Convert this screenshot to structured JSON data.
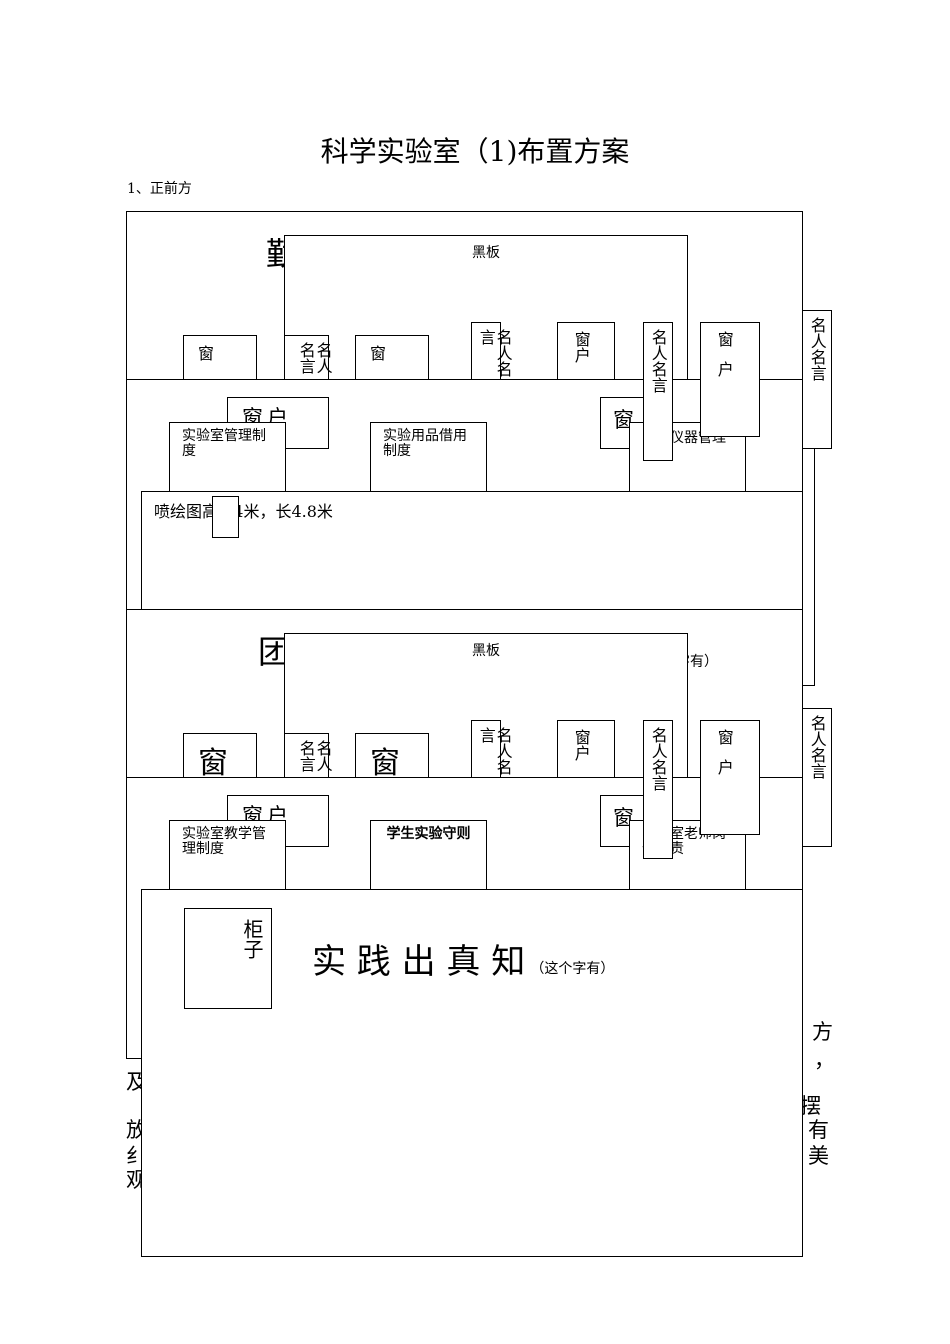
{
  "title": "科学实验室（1)布置方案",
  "section1": "1、正前方",
  "panel1": {
    "banner_char": "勤",
    "blackboard": "黑板",
    "win_a": "窗",
    "mingren_a": "名人名言",
    "win_b": "窗",
    "mingren_b": "名人名言",
    "win_c": "窗户",
    "mingren_c": "名人名言",
    "win_d": "窗户",
    "mingren_side": "名人名言"
  },
  "panel2": {
    "win_left": "窗户",
    "rule1": "实验室管理制度",
    "rule2": "实验用品借用制度",
    "win_right": "窗",
    "rule3": "仪器管理",
    "mural": "喷绘图高2.4米，长4.8米"
  },
  "panel3": {
    "banner_char": "团",
    "note": "（这个字有）",
    "blackboard": "黑板",
    "win_a": "窗",
    "mingren_a": "名人名言",
    "win_b": "窗",
    "mingren_b": "名人名言",
    "win_c": "窗户",
    "mingren_c": "名人名言",
    "win_d": "窗户",
    "mingren_side": "名人名言"
  },
  "panel4": {
    "win_left": "窗户",
    "rule1": "实验室教学管理制度",
    "rule2": "学生实验守则",
    "win_right": "窗",
    "rule3": "实验室老师岗位职责",
    "cabinet": "柜子",
    "slogan": "实 践 出 真 知",
    "slogan_note": "（这个字有）"
  },
  "body_fragments": {
    "r1": "方",
    "r2": "，",
    "l1": "及",
    "r3": "摆",
    "l2": "放",
    "r4": "有",
    "l3": "纟",
    "r5": "美",
    "l4": "观"
  }
}
